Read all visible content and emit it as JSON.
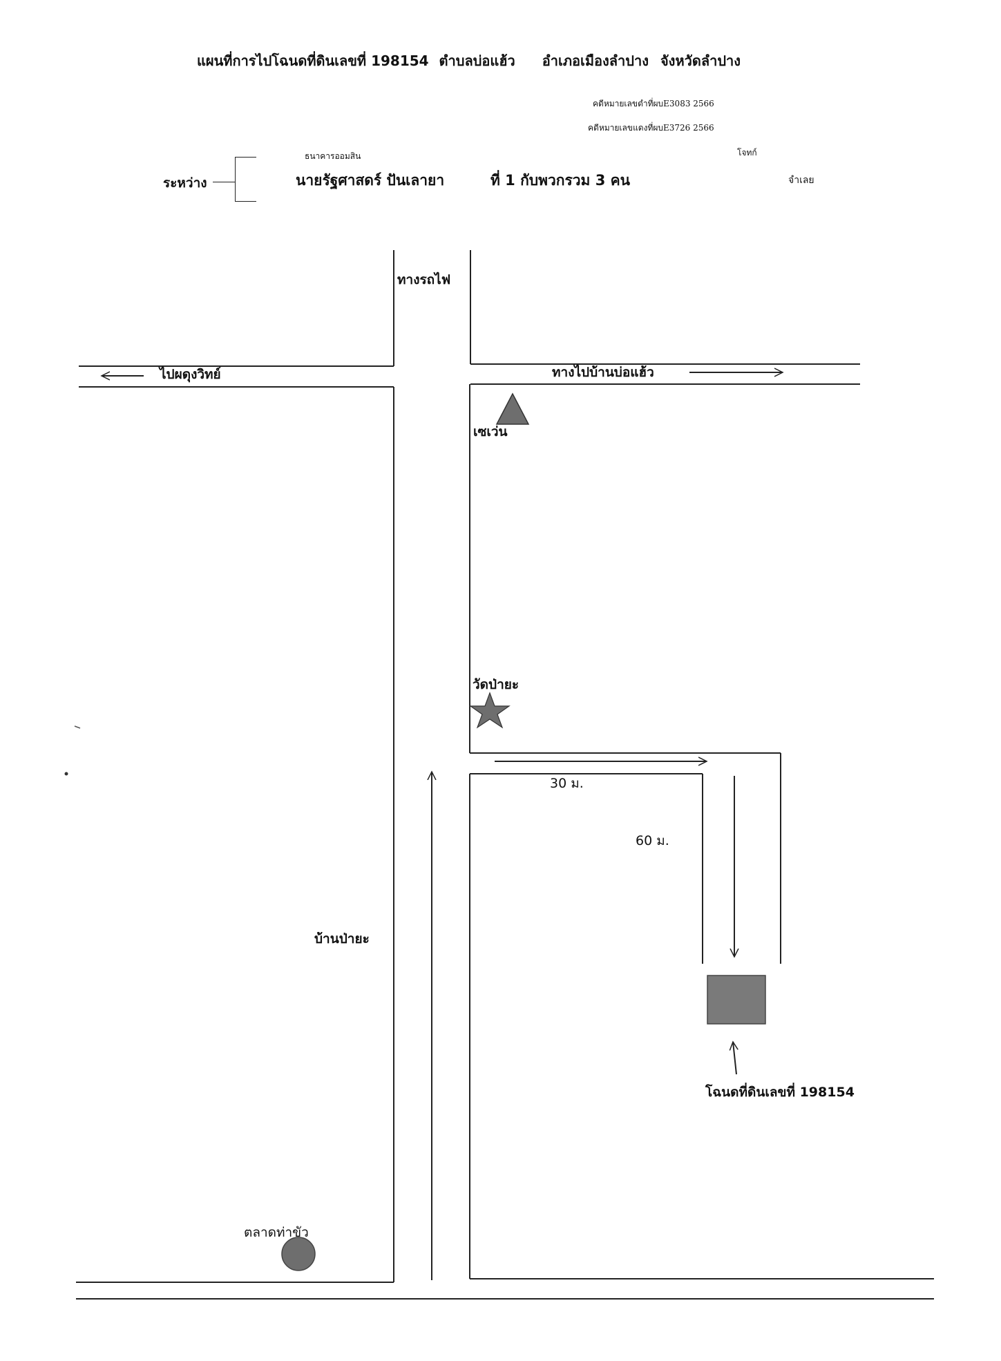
{
  "header": {
    "title_map": "แผนที่การไปโฉนดที่ดินเลขที่ 198154",
    "title_subdistrict": "ตำบลบ่อแฮ้ว",
    "title_district": "อำเภอเมืองลำปาง",
    "title_province": "จังหวัดลำปาง",
    "case_black": "คดีหมายเลขดำที่ผบE3083 2566",
    "case_red": "คดีหมายเลขแดงที่ผบE3726 2566",
    "between_label": "ระหว่าง",
    "plaintiff_name": "ธนาคารออมสิน",
    "plaintiff_role": "โจทก์",
    "defendant_name": "นายรัฐศาสดร์ ปันเลายา",
    "defendant_group": "ที่ 1 กับพวกรวม 3 คน",
    "defendant_role": "จำเลย"
  },
  "map": {
    "railway_label": "ทางรถไฟ",
    "west_road_label": "ไปผดุงวิทย์",
    "east_road_label": "ทางไปบ้านบ่อแฮ้ว",
    "seven_eleven_label": "เซเว่น",
    "temple_label": "วัดป่ายะ",
    "village_label": "บ้านป่ายะ",
    "distance_east": "30 ม.",
    "distance_south": "60 ม.",
    "parcel_label": "โฉนดที่ดินเลขที่ 198154",
    "market_label": "ตลาดท่าขัว",
    "colors": {
      "line": "#222222",
      "marker": "#6e6e6e",
      "parcel": "#7a7a7a"
    }
  }
}
